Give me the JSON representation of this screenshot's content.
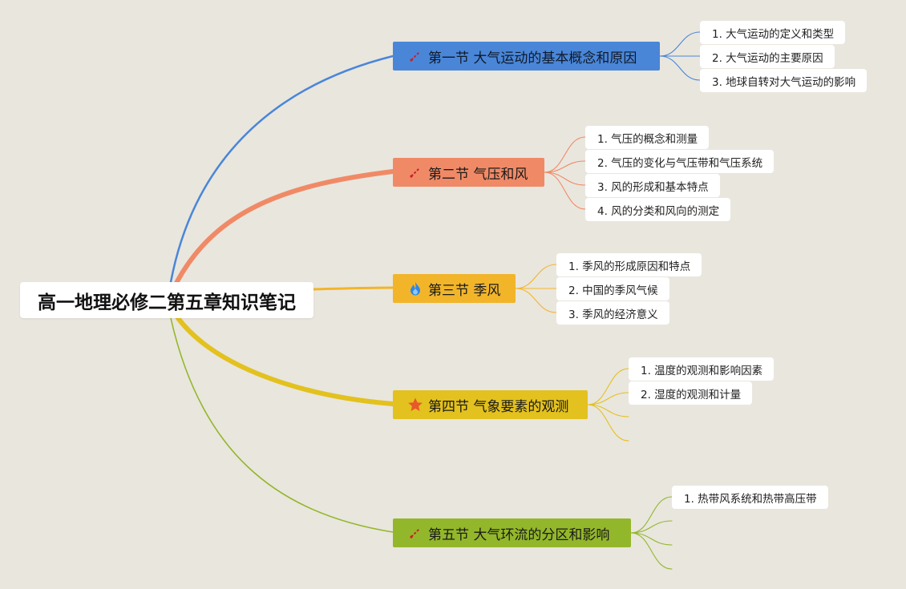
{
  "root": {
    "title": "高一地理必修二第五章知识笔记"
  },
  "sections": [
    {
      "label": "第一节 大气运动的基本概念和原因",
      "icon": "pen-icon",
      "color": "#4a86d8",
      "items": [
        "1. 大气运动的定义和类型",
        "2. 大气运动的主要原因",
        "3. 地球自转对大气运动的影响"
      ]
    },
    {
      "label": "第二节 气压和风",
      "icon": "pen-icon",
      "color": "#f08a66",
      "items": [
        "1. 气压的概念和测量",
        "2. 气压的变化与气压带和气压系统",
        "3. 风的形成和基本特点",
        "4. 风的分类和风向的测定"
      ]
    },
    {
      "label": "第三节 季风",
      "icon": "flame-icon",
      "color": "#f2b52a",
      "items": [
        "1. 季风的形成原因和特点",
        "2. 中国的季风气候",
        "3. 季风的经济意义"
      ]
    },
    {
      "label": "第四节 气象要素的观测",
      "icon": "star-icon",
      "color": "#e3c11e",
      "items": [
        "1. 温度的观测和影响因素",
        "2. 湿度的观测和计量"
      ]
    },
    {
      "label": "第五节 大气环流的分区和影响",
      "icon": "pen-icon",
      "color": "#93b72a",
      "items": [
        "1. 热带风系统和热带高压带"
      ]
    }
  ]
}
